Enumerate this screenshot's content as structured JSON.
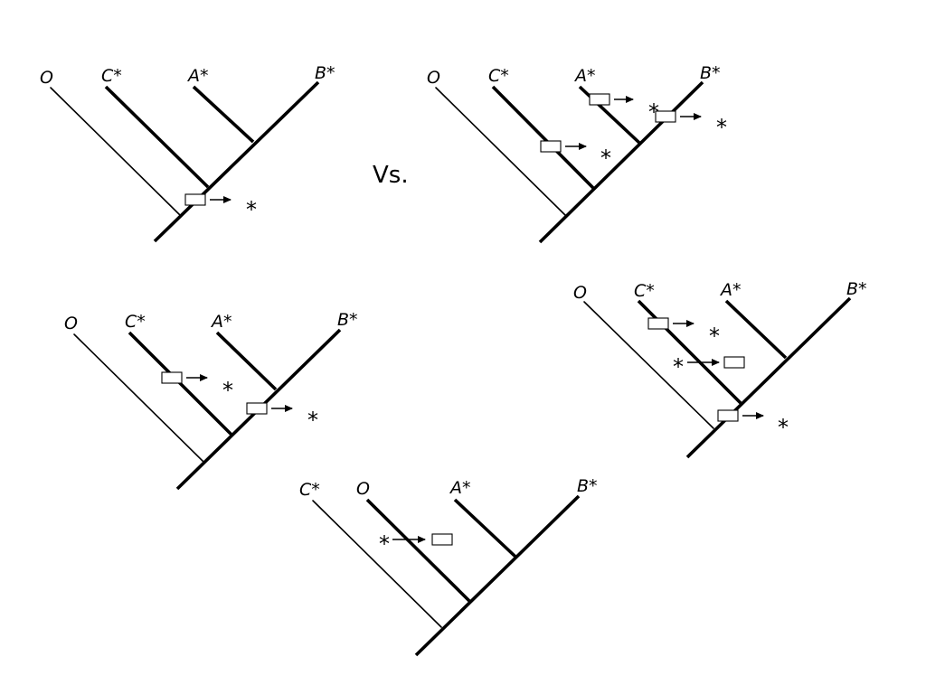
{
  "comparison_label": "Vs.",
  "char_marker": "*",
  "arrow_symbol": "→",
  "character_box": "",
  "taxa": {
    "O": "O",
    "C": "C*",
    "A": "A*",
    "B": "B*"
  },
  "trees": [
    {
      "id": "tree-1",
      "tip_order": [
        "O",
        "C*",
        "A*",
        "B*"
      ],
      "scenario": "single origin of the derived character on the stem of (C, (A, B))"
    },
    {
      "id": "tree-2",
      "tip_order": [
        "O",
        "C*",
        "A*",
        "B*"
      ],
      "scenario": "three independent origins, on C, A and B"
    },
    {
      "id": "tree-3",
      "tip_order": [
        "O",
        "C*",
        "A*",
        "B*"
      ],
      "scenario": "two origins, on C and on the stem of (A, B)"
    },
    {
      "id": "tree-4",
      "tip_order": [
        "O",
        "C*",
        "A*",
        "B*"
      ],
      "scenario": "origin on the stem of (C, (A, B)) with a reversal on C"
    },
    {
      "id": "tree-5",
      "tip_order": [
        "C*",
        "O",
        "A*",
        "B*"
      ],
      "scenario": "character ancestral, reversed on O"
    }
  ]
}
